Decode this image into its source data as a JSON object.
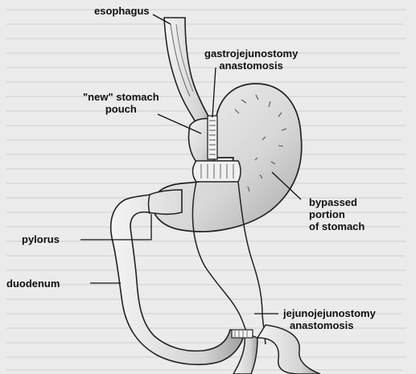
{
  "labels": {
    "esophagus": "esophagus",
    "gastrojejunostomy": [
      "gastrojejunostomy",
      "anastomosis"
    ],
    "new_pouch": [
      "\"new\" stomach",
      "pouch"
    ],
    "bypassed": [
      "bypassed",
      "portion",
      "of stomach"
    ],
    "pylorus": "pylorus",
    "duodenum": "duodenum",
    "jejunojejunostomy": [
      "jejunojejunostomy",
      "anastomosis"
    ]
  },
  "colors": {
    "background": "#ebebeb",
    "ink": "#111111",
    "organ_fill": "#d9d9d9",
    "shadow": "#b9b9b9"
  }
}
